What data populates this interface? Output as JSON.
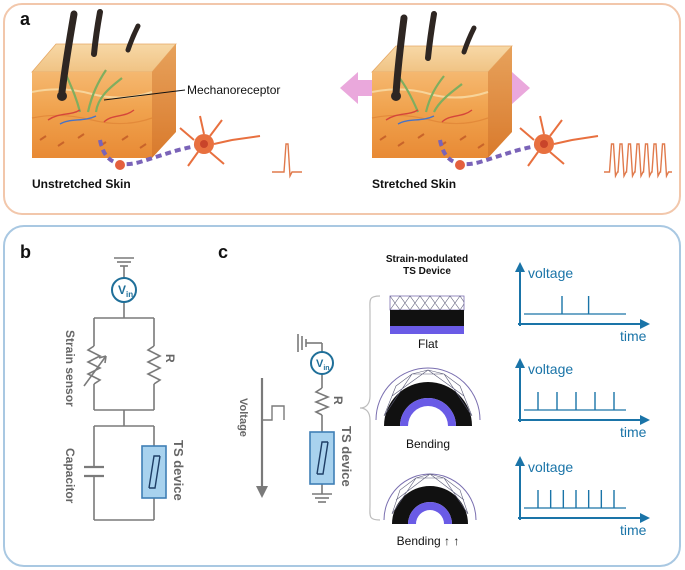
{
  "panel_a": {
    "label": "a",
    "mechanoreceptor_label": "Mechanoreceptor",
    "unstretched_caption": "Unstretched Skin",
    "stretched_caption": "Stretched Skin",
    "unstretched_spike_count": 1,
    "stretched_spike_count": 7
  },
  "panel_b": {
    "label": "b",
    "source_label_main": "V",
    "source_label_sub": "in",
    "strain_sensor_label": "Strain sensor",
    "resistor_label": "R",
    "capacitor_label": "Capacitor",
    "ts_device_label": "TS device"
  },
  "panel_c": {
    "label": "c",
    "device_title_line1": "Strain-modulated",
    "device_title_line2": "TS Device",
    "source_label_main": "V",
    "source_label_sub": "in",
    "voltage_label": "Voltage",
    "resistor_label": "R",
    "ts_device_label": "TS device",
    "states": [
      {
        "caption": "Flat",
        "y_label": "voltage",
        "x_label": "time",
        "spike_count": 2
      },
      {
        "caption": "Bending",
        "y_label": "voltage",
        "x_label": "time",
        "spike_count": 5
      },
      {
        "caption": "Bending ↑ ↑",
        "y_label": "voltage",
        "x_label": "time",
        "spike_count": 7
      }
    ]
  },
  "colors": {
    "panel_a_border": "#f2c7ab",
    "panel_bc_border": "#a9c8e2",
    "plot_blue": "#1a74a8",
    "ts_fill": "#a8d2ee",
    "ts_stroke": "#3f7fb6",
    "arrow_pink": "#eaa8dc",
    "spike_orange": "#e07a4c",
    "purple_layer": "#6a5be6",
    "circuit_gray": "#7a7a7a"
  }
}
